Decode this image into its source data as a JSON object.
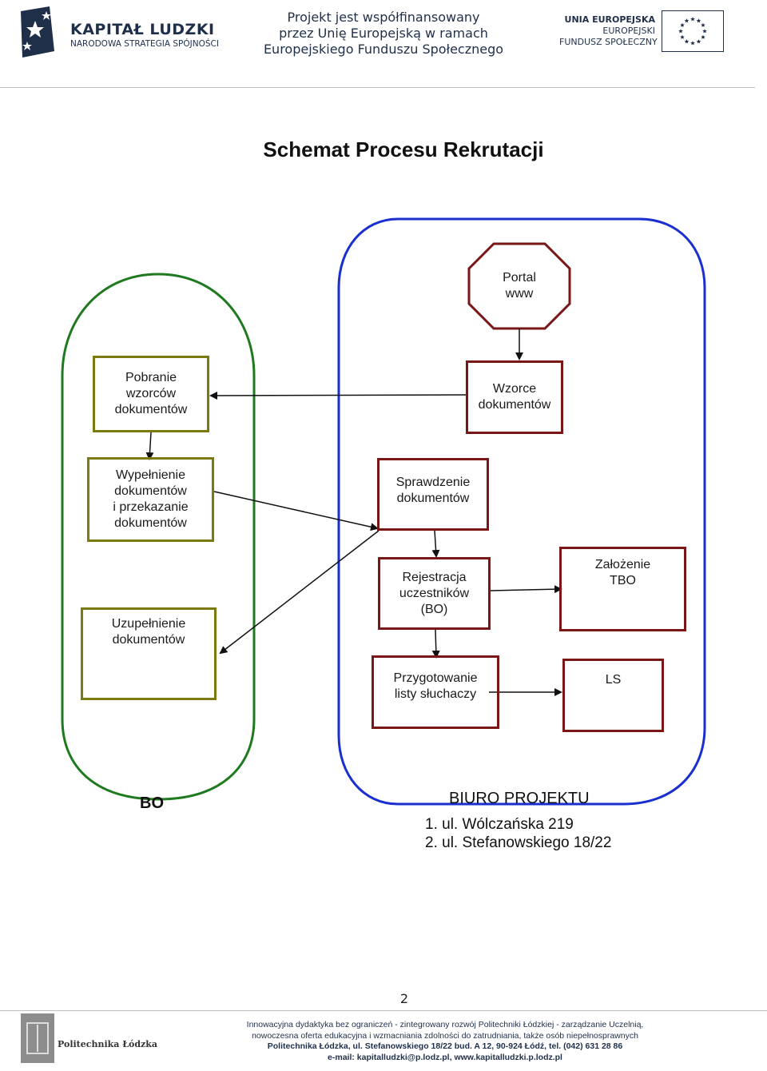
{
  "header": {
    "kapital_title": "KAPITAŁ LUDZKI",
    "kapital_subtitle": "NARODOWA STRATEGIA SPÓJNOŚCI",
    "center_lines": [
      "Projekt jest współfinansowany",
      "przez Unię Europejską w ramach",
      "Europejskiego Funduszu Społecznego"
    ],
    "ue_lines": [
      "UNIA EUROPEJSKA",
      "EUROPEJSKI",
      "FUNDUSZ SPOŁECZNY"
    ]
  },
  "title": "Schemat Procesu Rekrutacji",
  "diagram": {
    "left_boxes": {
      "pobranie": "Pobranie\nwzorców\ndokumentów",
      "wypelnienie": "Wypełnienie\ndokumentów\ni przekazanie\ndokumentów",
      "uzupelnienie": "Uzupełnienie\ndokumentów"
    },
    "right_boxes": {
      "portal": "Portal\nwww",
      "wzorce": "Wzorce\ndokumentów",
      "sprawdzenie": "Sprawdzenie\ndokumentów",
      "rejestracja": "Rejestracja\nuczestników\n(BO)",
      "zalozenie": "Założenie\nTBO",
      "przygotowanie": "Przygotowanie\nlisty słuchaczy",
      "ls": "LS"
    },
    "left_group_label": "BO",
    "right_group_label": "BIURO PROJEKTU",
    "addresses": [
      "1.  ul. Wólczańska 219",
      "2.  ul. Stefanowskiego 18/22"
    ],
    "colors": {
      "left_group": "#1f7a1f",
      "right_group": "#1a2fd0",
      "left_box": "#7a7a10",
      "right_box": "#7a1616"
    }
  },
  "page_number": "2",
  "footer": {
    "logo_text": "Politechnika Łódzka",
    "lines": [
      "Innowacyjna dydaktyka bez ograniczeń - zintegrowany rozwój Politechniki Łódzkiej - zarządzanie Uczelnią,",
      "nowoczesna oferta edukacyjna i wzmacniania zdolności do zatrudniania, także osób niepełnosprawnych",
      "Politechnika Łódzka, ul. Stefanowskiego 18/22 bud. A 12, 90-924 Łódź, tel. (042) 631 28 86",
      "e-mail: kapitalludzki@p.lodz.pl, www.kapitalludzki.p.lodz.pl"
    ]
  }
}
